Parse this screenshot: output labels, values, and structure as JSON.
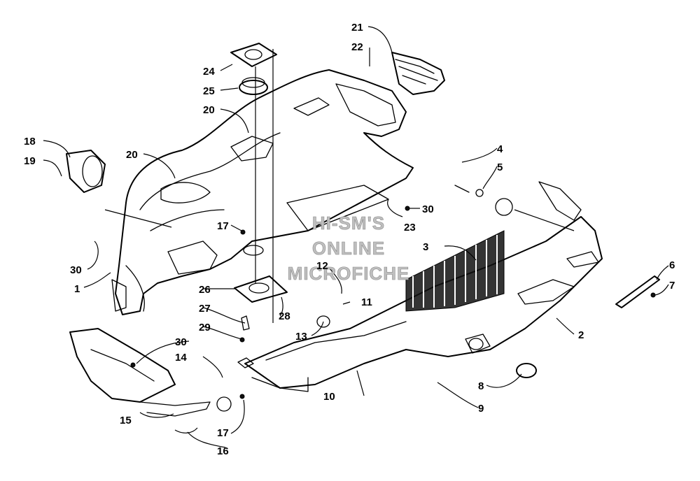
{
  "diagram": {
    "watermark": [
      "HI-SM'S",
      "ONLINE",
      "MICROFICHE"
    ],
    "callouts": [
      {
        "id": "c1",
        "label": "1"
      },
      {
        "id": "c2",
        "label": "2"
      },
      {
        "id": "c3",
        "label": "3"
      },
      {
        "id": "c4",
        "label": "4"
      },
      {
        "id": "c5",
        "label": "5"
      },
      {
        "id": "c6",
        "label": "6"
      },
      {
        "id": "c7",
        "label": "7"
      },
      {
        "id": "c8",
        "label": "8"
      },
      {
        "id": "c9",
        "label": "9"
      },
      {
        "id": "c10",
        "label": "10"
      },
      {
        "id": "c11",
        "label": "11"
      },
      {
        "id": "c12",
        "label": "12"
      },
      {
        "id": "c13",
        "label": "13"
      },
      {
        "id": "c14",
        "label": "14"
      },
      {
        "id": "c15",
        "label": "15"
      },
      {
        "id": "c16",
        "label": "16"
      },
      {
        "id": "c17a",
        "label": "17"
      },
      {
        "id": "c17b",
        "label": "17"
      },
      {
        "id": "c18",
        "label": "18"
      },
      {
        "id": "c19",
        "label": "19"
      },
      {
        "id": "c20a",
        "label": "20"
      },
      {
        "id": "c20b",
        "label": "20"
      },
      {
        "id": "c21",
        "label": "21"
      },
      {
        "id": "c22",
        "label": "22"
      },
      {
        "id": "c23",
        "label": "23"
      },
      {
        "id": "c24",
        "label": "24"
      },
      {
        "id": "c25",
        "label": "25"
      },
      {
        "id": "c26",
        "label": "26"
      },
      {
        "id": "c27",
        "label": "27"
      },
      {
        "id": "c28",
        "label": "28"
      },
      {
        "id": "c29",
        "label": "29"
      },
      {
        "id": "c30a",
        "label": "30"
      },
      {
        "id": "c30b",
        "label": "30"
      },
      {
        "id": "c30c",
        "label": "30"
      }
    ]
  }
}
